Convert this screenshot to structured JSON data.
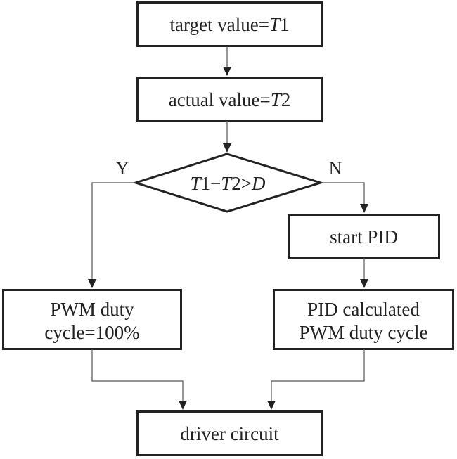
{
  "nodes": {
    "target": {
      "prefix": "target value=",
      "var": "T",
      "suffix": "1"
    },
    "actual": {
      "prefix": "actual value=",
      "var": "T",
      "suffix": "2"
    },
    "decision": {
      "var1": "T",
      "num1": "1",
      "minus": "−",
      "var2": "T",
      "num2": "2",
      "gt": ">",
      "var3": "D"
    },
    "start_pid": {
      "label": "start PID"
    },
    "pwm_full": {
      "line1": "PWM duty",
      "line2": "cycle=100%"
    },
    "pid_calc": {
      "line1": "PID calculated",
      "line2": "PWM duty cycle"
    },
    "driver": {
      "label": "driver circuit"
    }
  },
  "branches": {
    "yes": "Y",
    "no": "N"
  }
}
